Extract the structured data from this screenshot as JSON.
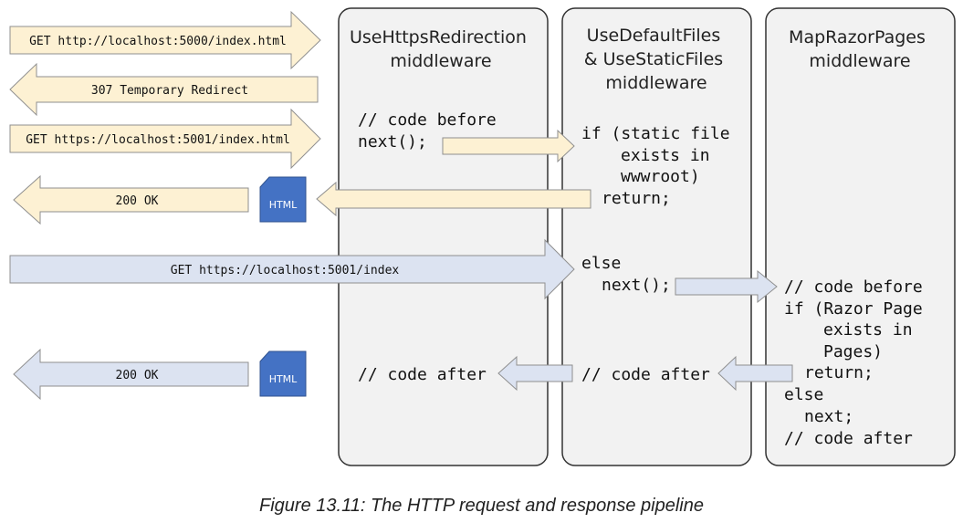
{
  "columns": [
    {
      "title_lines": [
        "UseHttpsRedirection",
        "middleware"
      ]
    },
    {
      "title_lines": [
        "UseDefaultFiles",
        "& UseStaticFiles",
        "middleware"
      ]
    },
    {
      "title_lines": [
        "MapRazorPages",
        "middleware"
      ]
    }
  ],
  "requests": {
    "get_http": "GET http://localhost:5000/index.html",
    "redirect": "307 Temporary Redirect",
    "get_https": "GET https://localhost:5001/index.html",
    "ok_static": "200 OK",
    "get_page": "GET https://localhost:5001/index",
    "ok_page": "200 OK"
  },
  "html_badge": "HTML",
  "code": {
    "col1": {
      "before": "// code before",
      "next": "next();",
      "after": "// code after"
    },
    "col2": {
      "if_lines": [
        "if (static file",
        "exists in",
        "wwwroot)"
      ],
      "return": "return;",
      "else": "else",
      "next": "next();",
      "after": "// code after"
    },
    "col3": {
      "lines": [
        "// code before",
        "if (Razor Page",
        "exists in",
        "Pages)",
        "return;",
        "else",
        "next;",
        "// code after"
      ]
    }
  },
  "colors": {
    "yellow_fill": "#fdf1d3",
    "blue_fill": "#dce3f1",
    "arrow_stroke": "#8f8f8f",
    "column_fill": "#f2f2f2",
    "column_stroke": "#333333",
    "html_fill": "#4472c4"
  },
  "caption": "Figure 13.11: The HTTP request and response pipeline"
}
